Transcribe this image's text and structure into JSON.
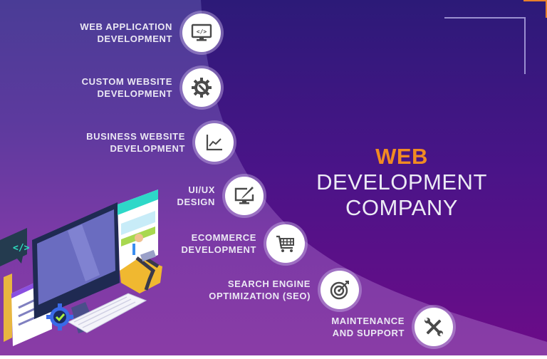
{
  "title": {
    "accent": "WEB",
    "rest": " DEVELOPMENT",
    "line2": "COMPANY"
  },
  "colors": {
    "accent": "#f18b22",
    "bg_left": "#5d3a9e",
    "bg_right": "#3a1478",
    "icon_fill": "#4a4a4a"
  },
  "services": [
    {
      "label": "WEB APPLICATION\nDEVELOPMENT",
      "icon": "monitor-code-icon"
    },
    {
      "label": "CUSTOM WEBSITE\nDEVELOPMENT",
      "icon": "gear-wrench-icon"
    },
    {
      "label": "BUSINESS WEBSITE\nDEVELOPMENT",
      "icon": "line-chart-icon"
    },
    {
      "label": "UI/UX\nDESIGN",
      "icon": "monitor-pen-icon"
    },
    {
      "label": "ECOMMERCE\nDEVELOPMENT",
      "icon": "shopping-cart-icon"
    },
    {
      "label": "SEARCH ENGINE\nOPTIMIZATION (SEO)",
      "icon": "target-icon"
    },
    {
      "label": "MAINTENANCE\nAND SUPPORT",
      "icon": "tools-icon"
    }
  ],
  "illustration": {
    "code_bubble": "</>"
  }
}
